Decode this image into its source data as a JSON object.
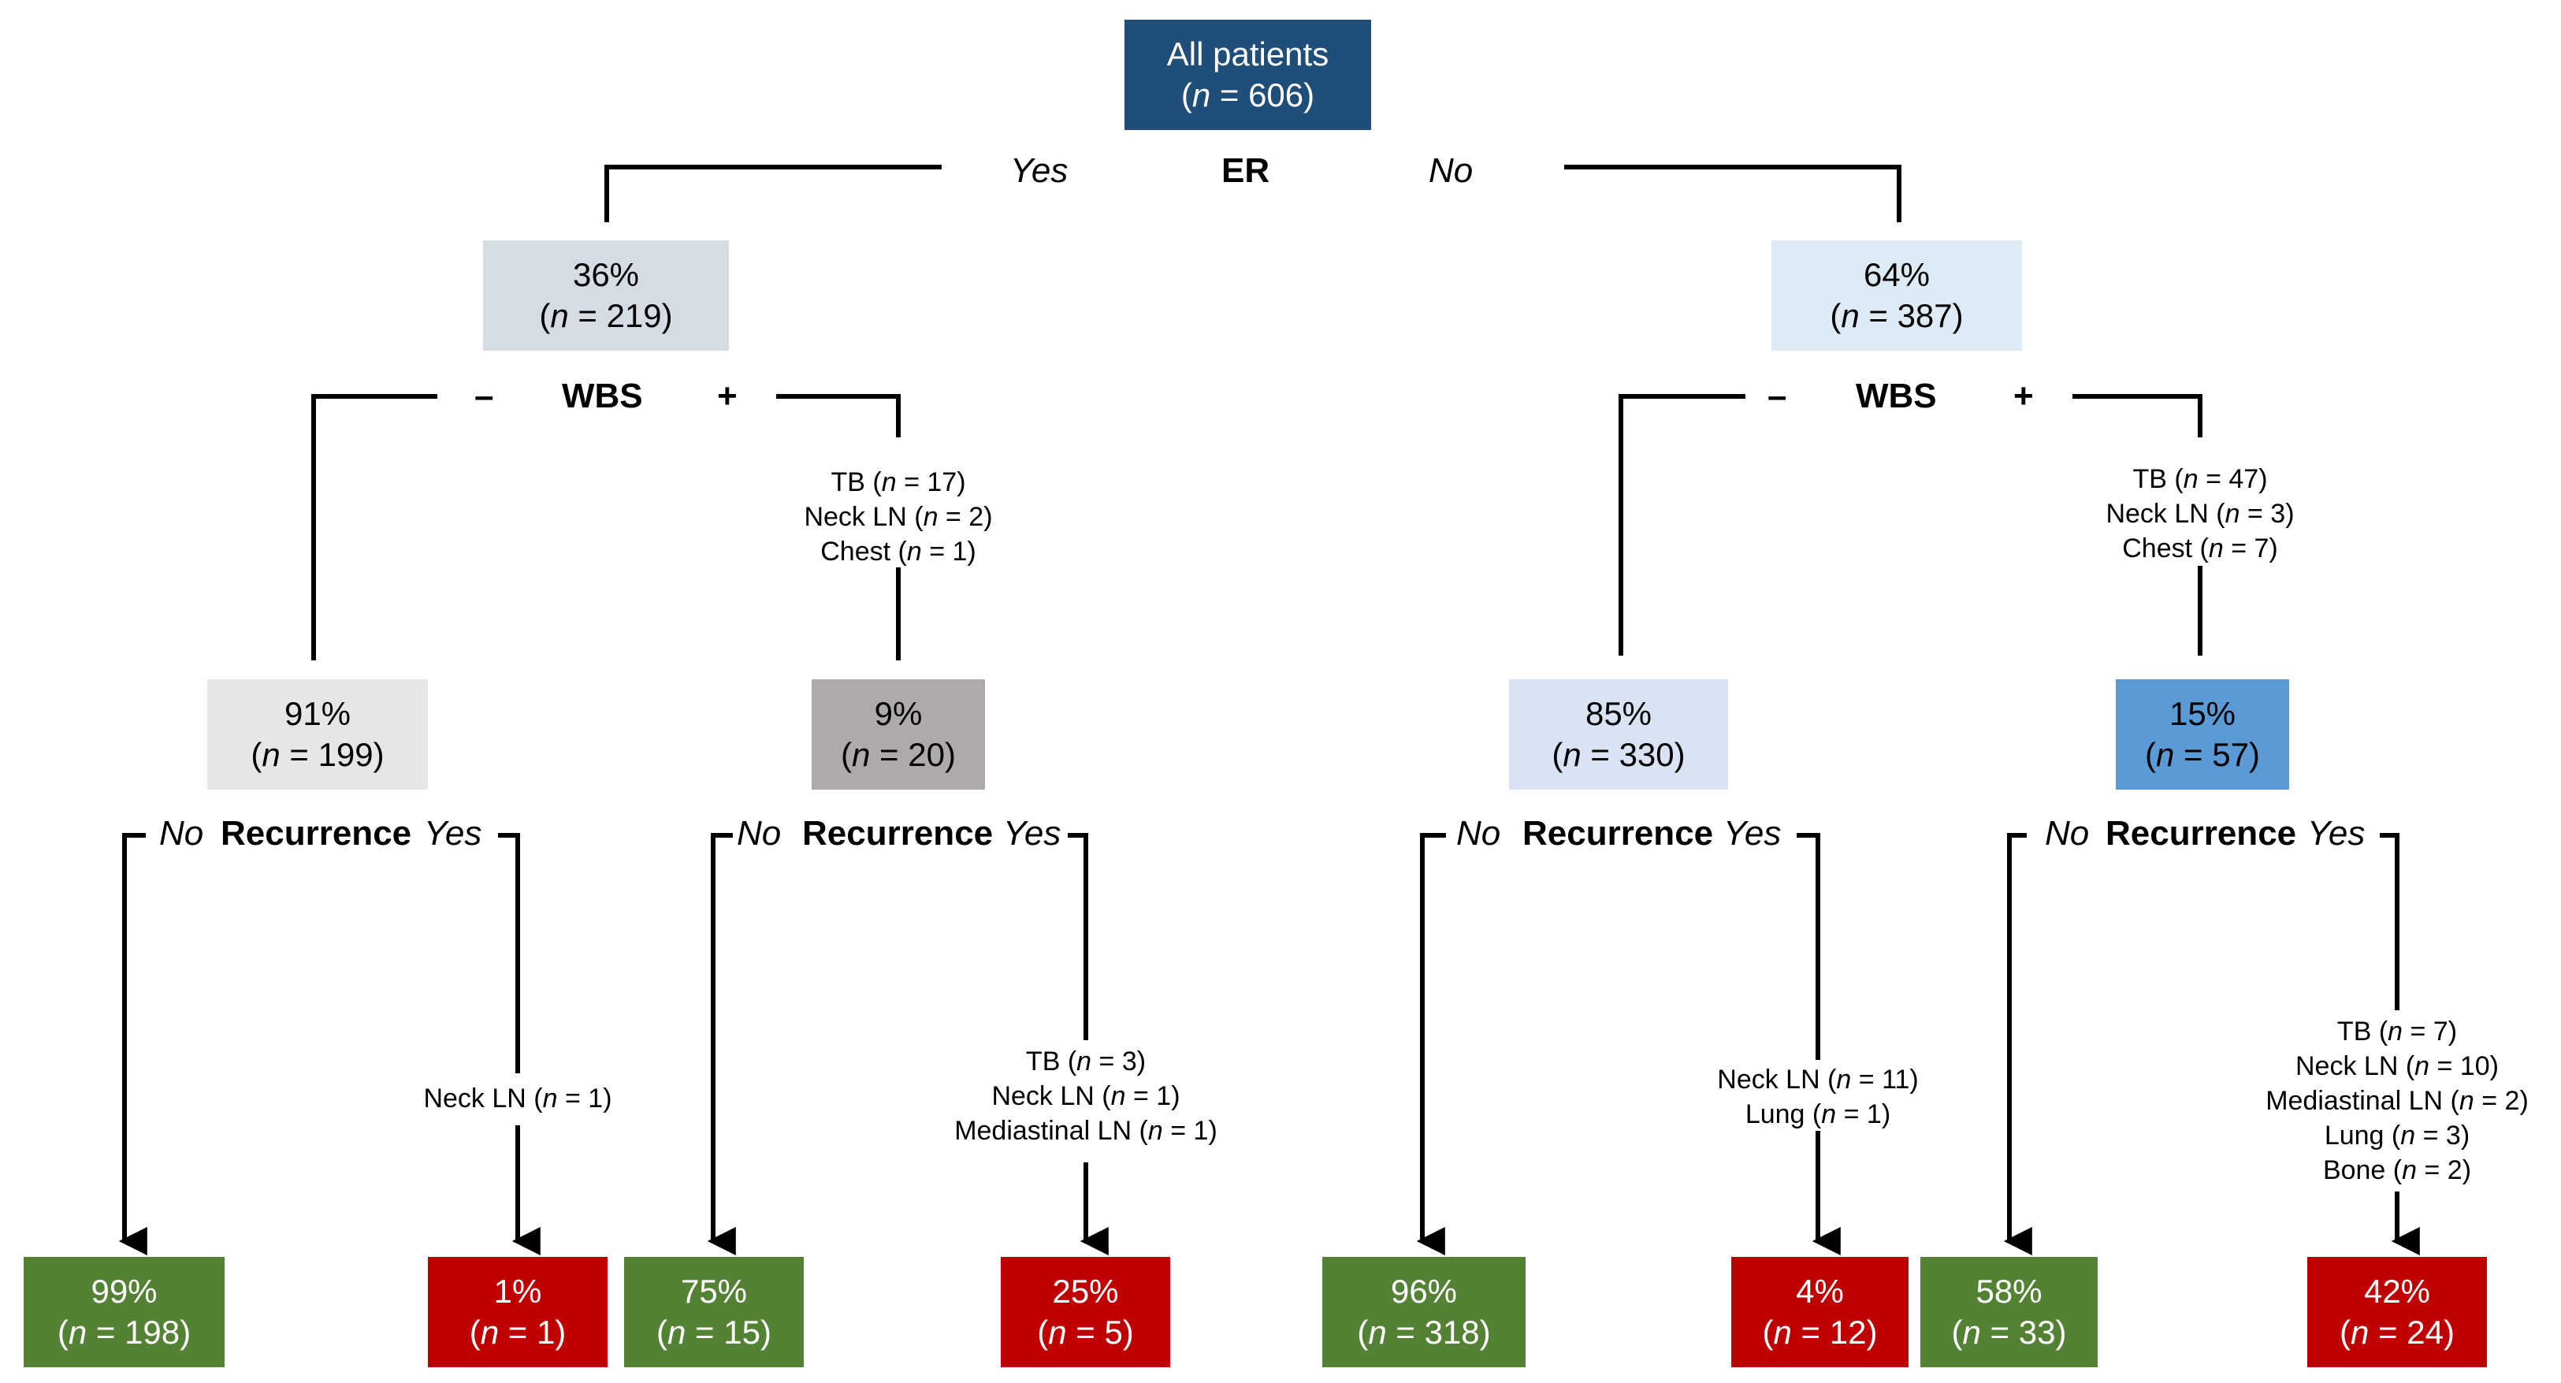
{
  "colors": {
    "root": "#1f4e79",
    "er_yes": "#d6dce4",
    "er_no": "#ddebf7",
    "wbs_neg_left": "#e7e6e6",
    "wbs_pos_left": "#aeaaaa",
    "wbs_neg_right": "#dae3f3",
    "wbs_pos_right": "#5b9bd5",
    "no_recurrence": "#548235",
    "recurrence": "#c00000"
  },
  "root": {
    "line1": "All patients",
    "n": "606"
  },
  "er": {
    "label": "ER",
    "yes": "Yes",
    "no": "No"
  },
  "er_yes": {
    "pct": "36%",
    "n": "219"
  },
  "er_no": {
    "pct": "64%",
    "n": "387"
  },
  "wbs": {
    "label": "WBS",
    "neg": "–",
    "pos": "+"
  },
  "recurrence": {
    "label": "Recurrence",
    "no": "No",
    "yes": "Yes"
  },
  "left": {
    "wbs_neg": {
      "pct": "91%",
      "n": "199"
    },
    "wbs_pos": {
      "pct": "9%",
      "n": "20"
    },
    "wbs_pos_sites": [
      {
        "site": "TB",
        "n": "17"
      },
      {
        "site": "Neck LN",
        "n": "2"
      },
      {
        "site": "Chest",
        "n": "1"
      }
    ],
    "neg_no": {
      "pct": "99%",
      "n": "198"
    },
    "neg_yes": {
      "pct": "1%",
      "n": "1"
    },
    "neg_yes_sites": [
      {
        "site": "Neck LN",
        "n": "1"
      }
    ],
    "pos_no": {
      "pct": "75%",
      "n": "15"
    },
    "pos_yes": {
      "pct": "25%",
      "n": "5"
    },
    "pos_yes_sites": [
      {
        "site": "TB",
        "n": "3"
      },
      {
        "site": "Neck LN",
        "n": "1"
      },
      {
        "site": "Mediastinal LN",
        "n": "1"
      }
    ]
  },
  "right": {
    "wbs_neg": {
      "pct": "85%",
      "n": "330"
    },
    "wbs_pos": {
      "pct": "15%",
      "n": "57"
    },
    "wbs_pos_sites": [
      {
        "site": "TB",
        "n": "47"
      },
      {
        "site": "Neck LN",
        "n": "3"
      },
      {
        "site": "Chest",
        "n": "7"
      }
    ],
    "neg_no": {
      "pct": "96%",
      "n": "318"
    },
    "neg_yes": {
      "pct": "4%",
      "n": "12"
    },
    "neg_yes_sites": [
      {
        "site": "Neck LN",
        "n": "11"
      },
      {
        "site": "Lung",
        "n": "1"
      }
    ],
    "pos_no": {
      "pct": "58%",
      "n": "33"
    },
    "pos_yes": {
      "pct": "42%",
      "n": "24"
    },
    "pos_yes_sites": [
      {
        "site": "TB",
        "n": "7"
      },
      {
        "site": "Neck LN",
        "n": "10"
      },
      {
        "site": "Mediastinal LN",
        "n": "2"
      },
      {
        "site": "Lung",
        "n": "3"
      },
      {
        "site": "Bone",
        "n": "2"
      }
    ]
  }
}
